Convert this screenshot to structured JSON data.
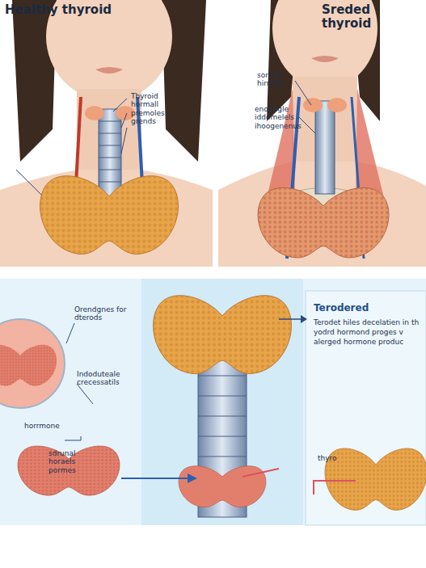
{
  "diagram": {
    "nodes": [
      {
        "text": [
          "Terodered",
          "Terodet hiles decelatien in th yodrd hormond proges v alerged hormone produc"
        ]
      }
    ],
    "labels": [
      "Healthy thyroid",
      "Thyroid hormall premoles grends",
      "Sreded thyroid",
      "sormal hirreds",
      "enogdgle iddomelels ihoogenenus",
      "Orendgnes for dterods",
      "Indoduteale crecessatils",
      "horrmone",
      "sdrunal horaels pormes",
      "thyro"
    ]
  }
}
